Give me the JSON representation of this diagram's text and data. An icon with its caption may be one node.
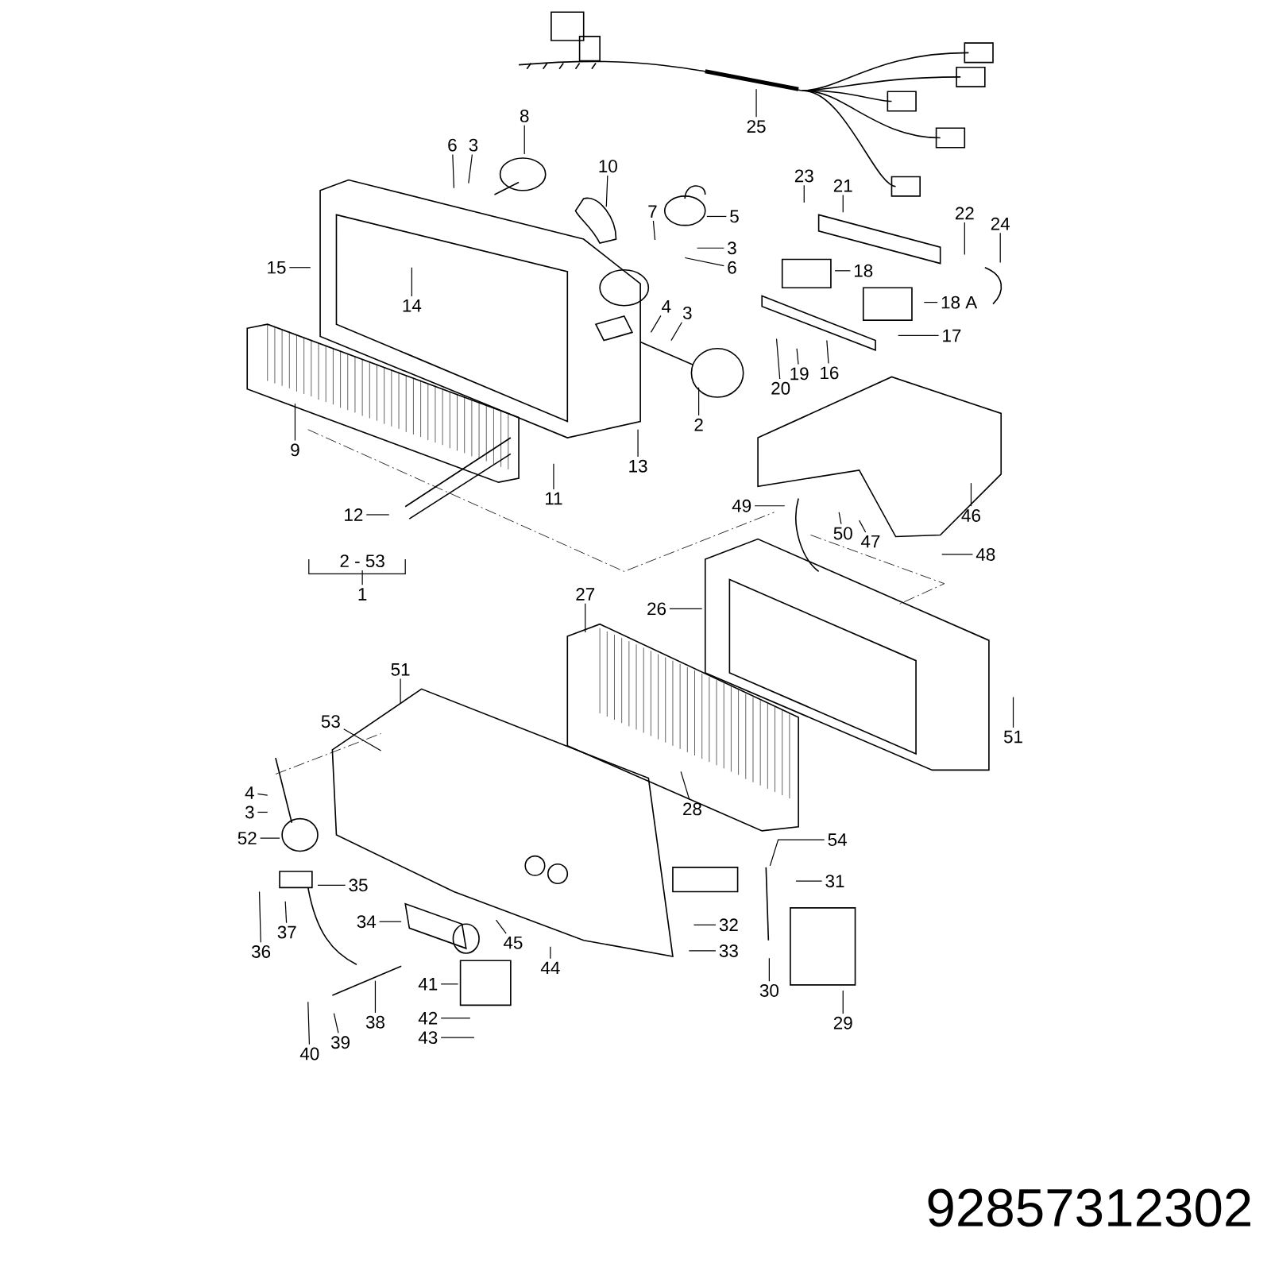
{
  "diagram": {
    "nodes": [
      {
        "text": [
          "8"
        ]
      },
      {
        "text": [
          "6"
        ]
      },
      {
        "text": [
          "3"
        ]
      },
      {
        "text": [
          "10"
        ]
      },
      {
        "text": [
          "7"
        ]
      },
      {
        "text": [
          "5"
        ]
      },
      {
        "text": [
          "3"
        ]
      },
      {
        "text": [
          "6"
        ]
      },
      {
        "text": [
          "4"
        ]
      },
      {
        "text": [
          "3"
        ]
      },
      {
        "text": [
          "15"
        ]
      },
      {
        "text": [
          "14"
        ]
      },
      {
        "text": [
          "9"
        ]
      },
      {
        "text": [
          "2"
        ]
      },
      {
        "text": [
          "13"
        ]
      },
      {
        "text": [
          "11"
        ]
      },
      {
        "text": [
          "12"
        ]
      },
      {
        "text": [
          "23"
        ]
      },
      {
        "text": [
          "21"
        ]
      },
      {
        "text": [
          "22"
        ]
      },
      {
        "text": [
          "24"
        ]
      },
      {
        "text": [
          "18"
        ]
      },
      {
        "text": [
          "18 A"
        ]
      },
      {
        "text": [
          "17"
        ]
      },
      {
        "text": [
          "20"
        ]
      },
      {
        "text": [
          "19"
        ]
      },
      {
        "text": [
          "16"
        ]
      },
      {
        "text": [
          "25"
        ]
      },
      {
        "text": [
          "46"
        ]
      },
      {
        "text": [
          "49"
        ]
      },
      {
        "text": [
          "50"
        ]
      },
      {
        "text": [
          "47"
        ]
      },
      {
        "text": [
          "48"
        ]
      },
      {
        "text": [
          "27"
        ]
      },
      {
        "text": [
          "26"
        ]
      },
      {
        "text": [
          "51"
        ]
      },
      {
        "text": [
          "51"
        ]
      },
      {
        "text": [
          "53"
        ]
      },
      {
        "text": [
          "28"
        ]
      },
      {
        "text": [
          "4"
        ]
      },
      {
        "text": [
          "3"
        ]
      },
      {
        "text": [
          "52"
        ]
      },
      {
        "text": [
          "35"
        ]
      },
      {
        "text": [
          "54"
        ]
      },
      {
        "text": [
          "31"
        ]
      },
      {
        "text": [
          "34"
        ]
      },
      {
        "text": [
          "37"
        ]
      },
      {
        "text": [
          "36"
        ]
      },
      {
        "text": [
          "45"
        ]
      },
      {
        "text": [
          "32"
        ]
      },
      {
        "text": [
          "44"
        ]
      },
      {
        "text": [
          "33"
        ]
      },
      {
        "text": [
          "41"
        ]
      },
      {
        "text": [
          "30"
        ]
      },
      {
        "text": [
          "29"
        ]
      },
      {
        "text": [
          "38"
        ]
      },
      {
        "text": [
          "42"
        ]
      },
      {
        "text": [
          "43"
        ]
      },
      {
        "text": [
          "39"
        ]
      },
      {
        "text": [
          "40"
        ]
      },
      {
        "text": [
          "1"
        ]
      },
      {
        "text": [
          "2 - 53"
        ]
      }
    ],
    "edges": [
      {
        "from": 0,
        "to": null,
        "arrow": "none"
      },
      {
        "from": 1,
        "to": null,
        "arrow": "none"
      },
      {
        "from": 2,
        "to": null,
        "arrow": "none"
      },
      {
        "from": 3,
        "to": null,
        "arrow": "none"
      },
      {
        "from": 4,
        "to": null,
        "arrow": "none"
      },
      {
        "from": 5,
        "to": null,
        "arrow": "none"
      },
      {
        "from": 6,
        "to": null,
        "arrow": "none"
      },
      {
        "from": 7,
        "to": null,
        "arrow": "none"
      },
      {
        "from": 8,
        "to": null,
        "arrow": "none"
      },
      {
        "from": 9,
        "to": null,
        "arrow": "none"
      },
      {
        "from": 10,
        "to": null,
        "arrow": "none"
      },
      {
        "from": 11,
        "to": null,
        "arrow": "none"
      },
      {
        "from": 12,
        "to": null,
        "arrow": "none"
      },
      {
        "from": 13,
        "to": null,
        "arrow": "none"
      },
      {
        "from": 14,
        "to": null,
        "arrow": "none"
      },
      {
        "from": 15,
        "to": null,
        "arrow": "none"
      },
      {
        "from": 16,
        "to": null,
        "arrow": "none"
      },
      {
        "from": 17,
        "to": null,
        "arrow": "none"
      },
      {
        "from": 18,
        "to": null,
        "arrow": "none"
      },
      {
        "from": 19,
        "to": null,
        "arrow": "none"
      },
      {
        "from": 20,
        "to": null,
        "arrow": "none"
      },
      {
        "from": 21,
        "to": null,
        "arrow": "none"
      },
      {
        "from": 22,
        "to": null,
        "arrow": "none"
      },
      {
        "from": 23,
        "to": null,
        "arrow": "none"
      },
      {
        "from": 24,
        "to": null,
        "arrow": "none"
      },
      {
        "from": 25,
        "to": null,
        "arrow": "none"
      },
      {
        "from": 26,
        "to": null,
        "arrow": "none"
      },
      {
        "from": 27,
        "to": null,
        "arrow": "none"
      },
      {
        "from": 28,
        "to": null,
        "arrow": "none"
      },
      {
        "from": 29,
        "to": null,
        "arrow": "none"
      },
      {
        "from": 30,
        "to": null,
        "arrow": "none"
      },
      {
        "from": 31,
        "to": null,
        "arrow": "none"
      },
      {
        "from": 32,
        "to": null,
        "arrow": "none"
      },
      {
        "from": 33,
        "to": null,
        "arrow": "none"
      },
      {
        "from": 34,
        "to": null,
        "arrow": "none"
      },
      {
        "from": 35,
        "to": null,
        "arrow": "none"
      },
      {
        "from": 36,
        "to": null,
        "arrow": "none"
      },
      {
        "from": 37,
        "to": null,
        "arrow": "none"
      },
      {
        "from": 38,
        "to": null,
        "arrow": "none"
      },
      {
        "from": 39,
        "to": null,
        "arrow": "none"
      },
      {
        "from": 40,
        "to": null,
        "arrow": "none"
      },
      {
        "from": 41,
        "to": null,
        "arrow": "none"
      },
      {
        "from": 42,
        "to": null,
        "arrow": "none"
      },
      {
        "from": 43,
        "to": null,
        "arrow": "none"
      },
      {
        "from": 44,
        "to": null,
        "arrow": "none"
      },
      {
        "from": 45,
        "to": null,
        "arrow": "none"
      },
      {
        "from": 46,
        "to": null,
        "arrow": "none"
      },
      {
        "from": 47,
        "to": null,
        "arrow": "none"
      },
      {
        "from": 48,
        "to": null,
        "arrow": "none"
      },
      {
        "from": 49,
        "to": null,
        "arrow": "none"
      },
      {
        "from": 50,
        "to": null,
        "arrow": "none"
      },
      {
        "from": 51,
        "to": null,
        "arrow": "none"
      },
      {
        "from": 52,
        "to": null,
        "arrow": "none"
      },
      {
        "from": 53,
        "to": null,
        "arrow": "none"
      },
      {
        "from": 54,
        "to": null,
        "arrow": "none"
      },
      {
        "from": 55,
        "to": null,
        "arrow": "none"
      },
      {
        "from": 56,
        "to": null,
        "arrow": "none"
      },
      {
        "from": 57,
        "to": null,
        "arrow": "none"
      },
      {
        "from": 58,
        "to": null,
        "arrow": "none"
      },
      {
        "from": 59,
        "to": null,
        "arrow": "none"
      },
      {
        "from": 60,
        "to": 61,
        "arrow": "none"
      }
    ],
    "labels": [
      "92857312302"
    ]
  }
}
